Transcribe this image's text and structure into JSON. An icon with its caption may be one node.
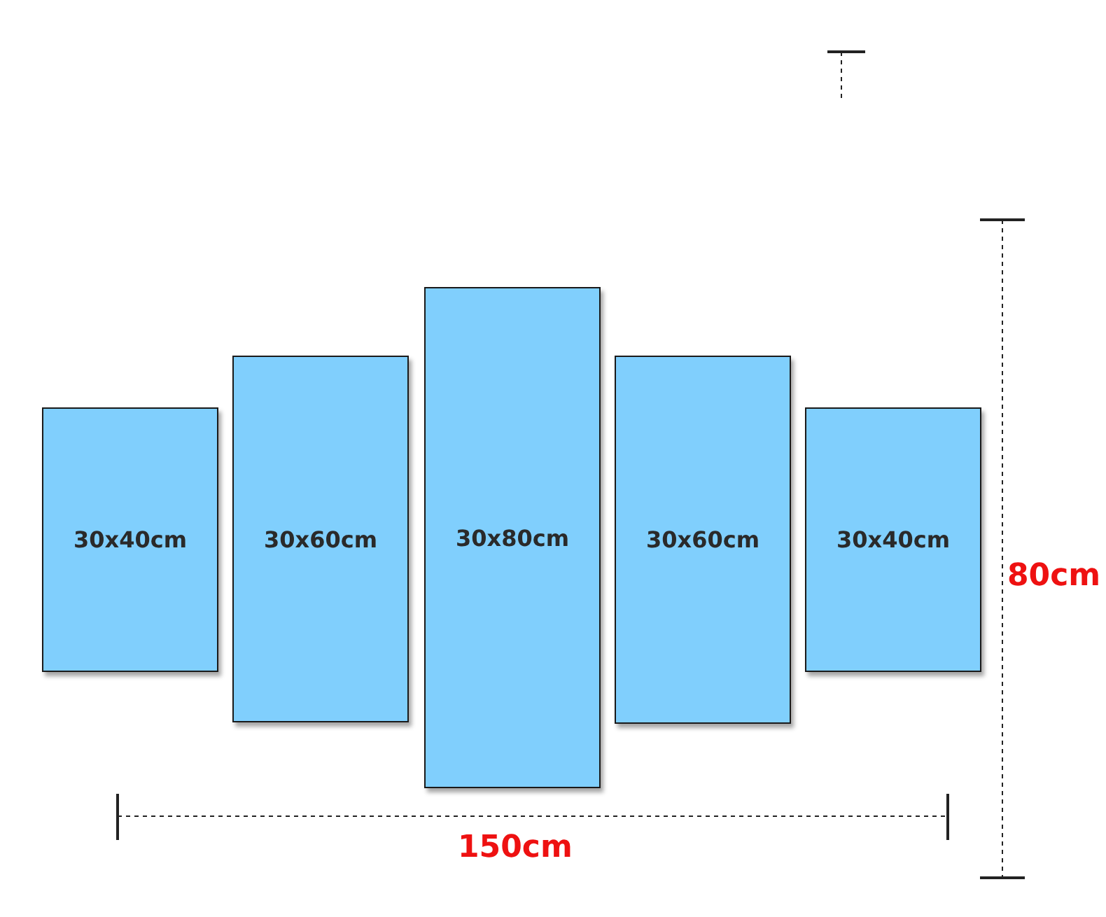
{
  "diagram": {
    "nodes": [
      {
        "text": [
          "30x40cm"
        ]
      },
      {
        "text": [
          "30x60cm"
        ]
      },
      {
        "text": [
          "30x80cm"
        ]
      },
      {
        "text": [
          "30x60cm"
        ]
      },
      {
        "text": [
          "30x40cm"
        ]
      }
    ],
    "labels": [
      "150cm",
      "80cm"
    ]
  }
}
